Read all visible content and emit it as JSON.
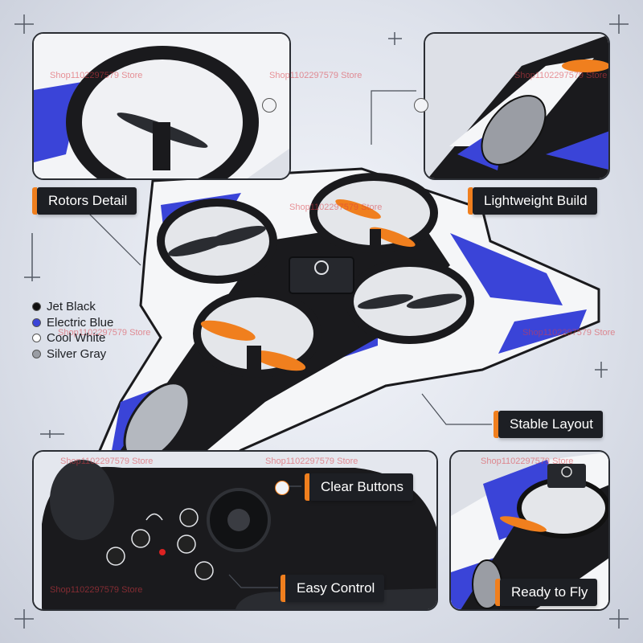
{
  "watermark_text": "Shop1102297579 Store",
  "labels": {
    "rotors_detail": "Rotors Detail",
    "lightweight_build": "Lightweight Build",
    "stable_layout": "Stable Layout",
    "clear_buttons": "Clear Buttons",
    "easy_control": "Easy Control",
    "ready_to_fly": "Ready to Fly"
  },
  "legend": [
    {
      "name": "Jet Black",
      "color": "#111111"
    },
    {
      "name": "Electric Blue",
      "color": "#3a44d8"
    },
    {
      "name": "Cool White",
      "color": "#ffffff"
    },
    {
      "name": "Silver Gray",
      "color": "#9a9da4"
    }
  ],
  "colors": {
    "accent_orange": "#f07f1e",
    "label_bg": "#1d1f24",
    "drone_blue": "#3a44d8",
    "drone_black": "#1a1a1d",
    "drone_white": "#f5f6f8",
    "drone_gray": "#8e939b"
  },
  "icons": {
    "power": "power-icon",
    "orange_propeller": "propeller-icon"
  }
}
